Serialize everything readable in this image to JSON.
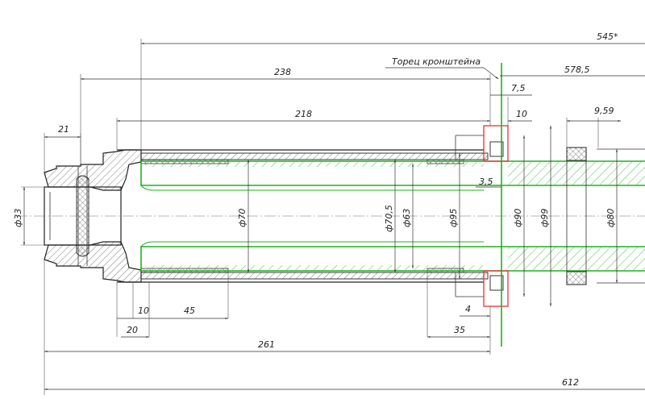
{
  "note": {
    "label": "Торец кронштейна"
  },
  "dims": {
    "d545": "545*",
    "d578": "578,5",
    "d238": "238",
    "d7_5": "7,5",
    "d218": "218",
    "d10a": "10",
    "d9_59": "9,59",
    "d21": "21",
    "d3_5": "3,5",
    "phi33": "ф33",
    "phi70": "ф70",
    "phi70_5": "ф70,5",
    "phi63": "ф63",
    "phi95": "ф95",
    "phi90": "ф90",
    "phi99": "ф99",
    "phi80": "ф80",
    "d10b": "10",
    "d45": "45",
    "d20": "20",
    "d4": "4",
    "d35": "35",
    "d261": "261",
    "d612": "612"
  },
  "colors": {
    "shaft": "#1db31d",
    "seal": "#e53333",
    "lines": "#222222"
  }
}
